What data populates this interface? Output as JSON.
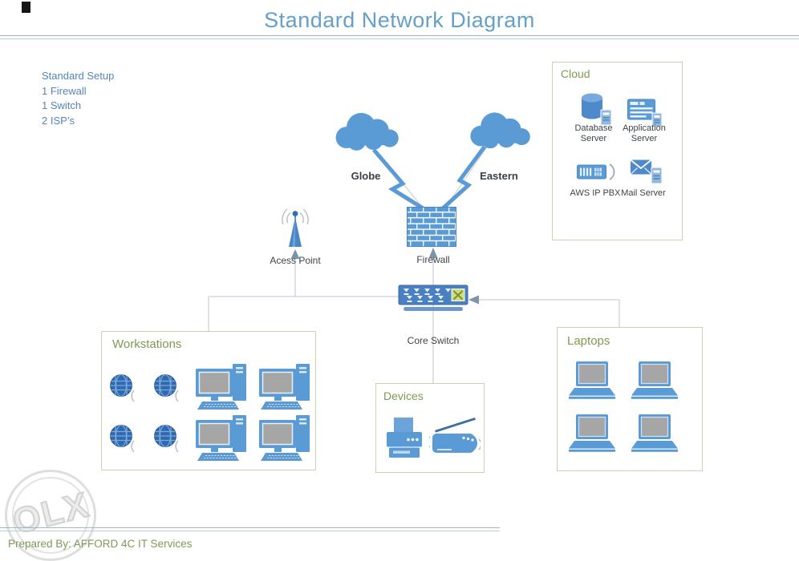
{
  "title": "Standard Network Diagram",
  "info_block": {
    "line1": "Standard Setup",
    "line2": "1 Firewall",
    "line3": "1 Switch",
    "line4": "2 ISP’s"
  },
  "cloud_box": {
    "label": "Cloud",
    "database_server": "Database Server",
    "application_server": "Application Server",
    "pbx": "AWS IP PBX",
    "mail_server": "Mail Server"
  },
  "isps": {
    "left": "Globe",
    "right": "Eastern"
  },
  "nodes": {
    "firewall": "Firewall",
    "access_point": "Acess Point",
    "core_switch": "Core Switch"
  },
  "groups": {
    "workstations": "Workstations",
    "devices": "Devices",
    "laptops": "Laptops"
  },
  "footer": {
    "prepared_by": "Prepared By: AFFORD 4C IT Services"
  },
  "watermark": "OLX",
  "colors": {
    "accent_blue": "#5b9bd5",
    "dark_blue": "#2d6ab1",
    "title_blue": "#64a0c8",
    "info_blue": "#5585bb",
    "label_green": "#7d9c52",
    "box_border": "#c8d4ae",
    "connector_gray": "#b8c6d0",
    "arrow_gray": "#7f93a6",
    "node_label_dark": "#3f4447",
    "screen_gray": "#a6a6a6",
    "switch_module_green": "#cede7a"
  },
  "icons": {
    "cloud": "cloud-shape",
    "firewall": "brick-wall",
    "access_point": "antenna-tower",
    "core_switch": "switch-with-ports",
    "database_server": "cylinder-with-server",
    "application_server": "window-with-server",
    "pbx": "rack-with-sound-wave",
    "mail_server": "envelope-with-server",
    "workstation_phone": "globe-sphere",
    "desktop": "monitor-tower-keyboard",
    "laptop": "notebook-computer",
    "printer": "printer",
    "scanner": "flatbed-scanner-open-lid"
  }
}
